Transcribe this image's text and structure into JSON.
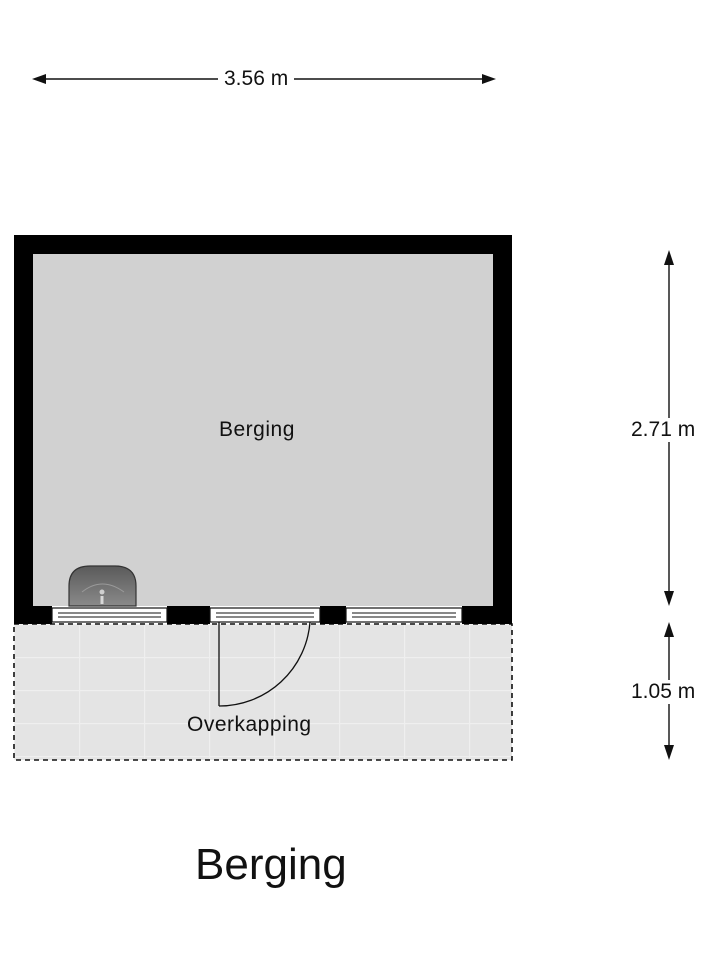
{
  "floorplan": {
    "title": "Berging",
    "rooms": [
      {
        "name": "Berging"
      },
      {
        "name": "Overkapping"
      }
    ],
    "dimensions": {
      "width": "3.56 m",
      "depth": "2.71 m",
      "canopy_depth": "1.05 m"
    },
    "colors": {
      "wall": "#000000",
      "room_fill": "#d1d1d1",
      "canopy_fill": "#e4e4e4",
      "tile_line": "#efefef",
      "sink": "#6e6e6e",
      "arrow": "#111111"
    }
  }
}
